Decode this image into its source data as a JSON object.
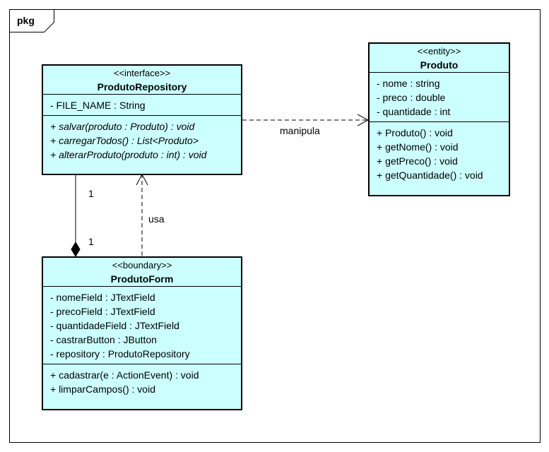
{
  "package": {
    "label": "pkg"
  },
  "classes": {
    "repository": {
      "stereotype": "<<interface>>",
      "name": "ProdutoRepository",
      "attributes": [
        "- FILE_NAME : String"
      ],
      "operations": [
        "+ salvar(produto : Produto) : void",
        "+ carregarTodos() : List<Produto>",
        "+ alterarProduto(produto : int) : void"
      ]
    },
    "produto": {
      "stereotype": "<<entity>>",
      "name": "Produto",
      "attributes": [
        "- nome : string",
        "- preco : double",
        "- quantidade : int"
      ],
      "operations": [
        "+ Produto() : void",
        "+ getNome() : void",
        "+ getPreco() : void",
        "+ getQuantidade() : void"
      ]
    },
    "form": {
      "stereotype": "<<boundary>>",
      "name": "ProdutoForm",
      "attributes": [
        "- nomeField : JTextField",
        "- precoField : JTextField",
        "- quantidadeField : JTextField",
        "- castrarButton : JButton",
        "- repository : ProdutoRepository"
      ],
      "operations": [
        "+ cadastrar(e : ActionEvent) : void",
        "+ limparCampos() : void"
      ]
    }
  },
  "relations": {
    "manipula": {
      "label": "manipula"
    },
    "usa": {
      "label": "usa"
    },
    "composition": {
      "source_multiplicity": "1",
      "target_multiplicity": "1"
    }
  },
  "colors": {
    "class_fill": "#ccffff",
    "border": "#000000"
  }
}
